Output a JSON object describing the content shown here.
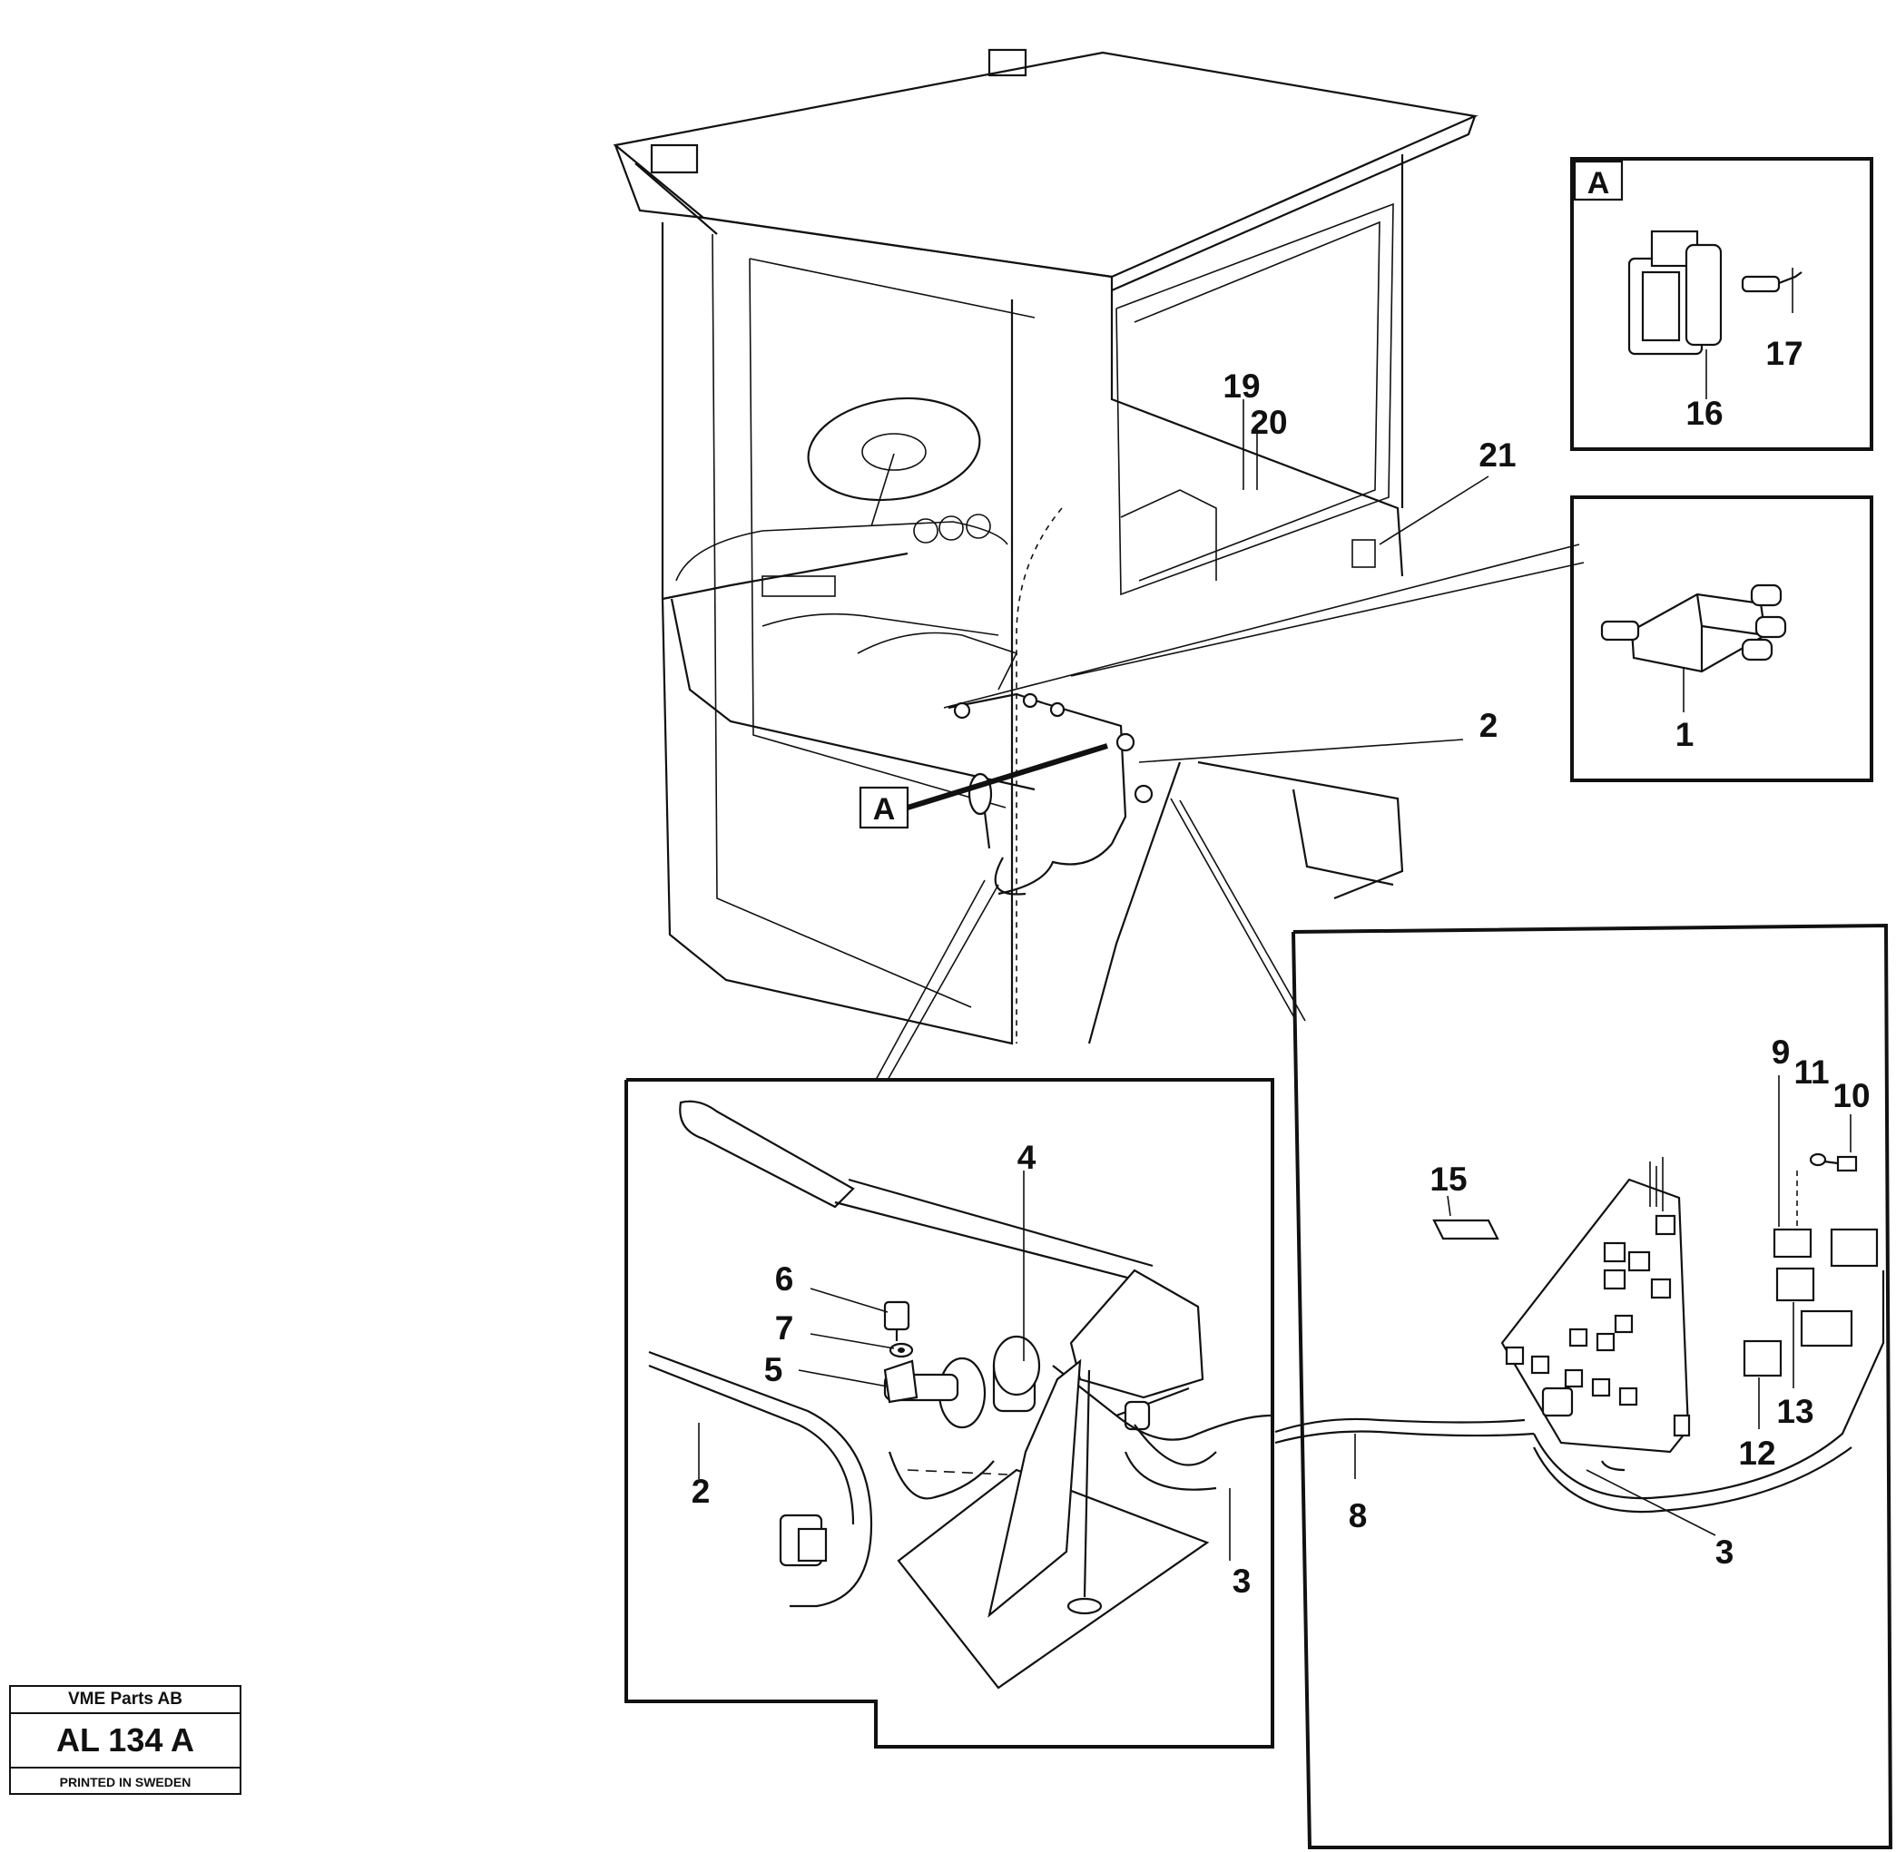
{
  "callouts": {
    "n1": "1",
    "n2_main": "2",
    "n2_inset": "2",
    "n3_inset": "3",
    "n3_right": "3",
    "n4": "4",
    "n5": "5",
    "n6": "6",
    "n7": "7",
    "n8": "8",
    "n9": "9",
    "n10": "10",
    "n11": "11",
    "n12": "12",
    "n13": "13",
    "n15": "15",
    "n16": "16",
    "n17": "17",
    "n19": "19",
    "n20": "20",
    "n21": "21"
  },
  "detail_marker": {
    "main": "A",
    "inset": "A"
  },
  "stamp": {
    "company": "VME Parts AB",
    "code": "AL 134 A",
    "printed": "PRINTED IN SWEDEN"
  }
}
